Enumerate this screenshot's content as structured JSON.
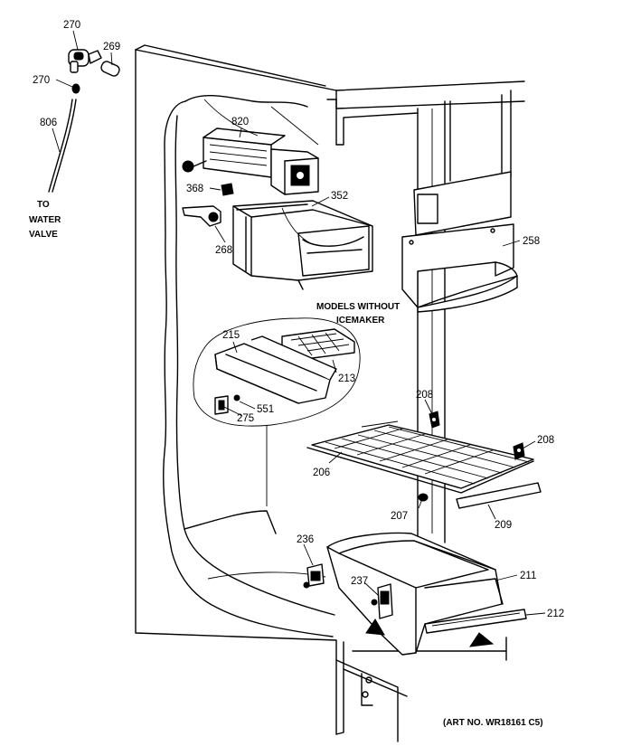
{
  "callouts": {
    "c270a": "270",
    "c269": "269",
    "c270b": "270",
    "c806": "806",
    "c820": "820",
    "c368": "368",
    "c352": "352",
    "c268": "268",
    "c258": "258",
    "c215": "215",
    "c213": "213",
    "c551": "551",
    "c275": "275",
    "c208a": "208",
    "c208b": "208",
    "c206": "206",
    "c207": "207",
    "c209": "209",
    "c236": "236",
    "c237": "237",
    "c211": "211",
    "c212": "212"
  },
  "notes": {
    "water_valve_line1": "TO",
    "water_valve_line2": "WATER",
    "water_valve_line3": "VALVE",
    "models_line1": "MODELS WITHOUT",
    "models_line2": "ICEMAKER",
    "art_no": "(ART NO. WR18161 C5)"
  }
}
